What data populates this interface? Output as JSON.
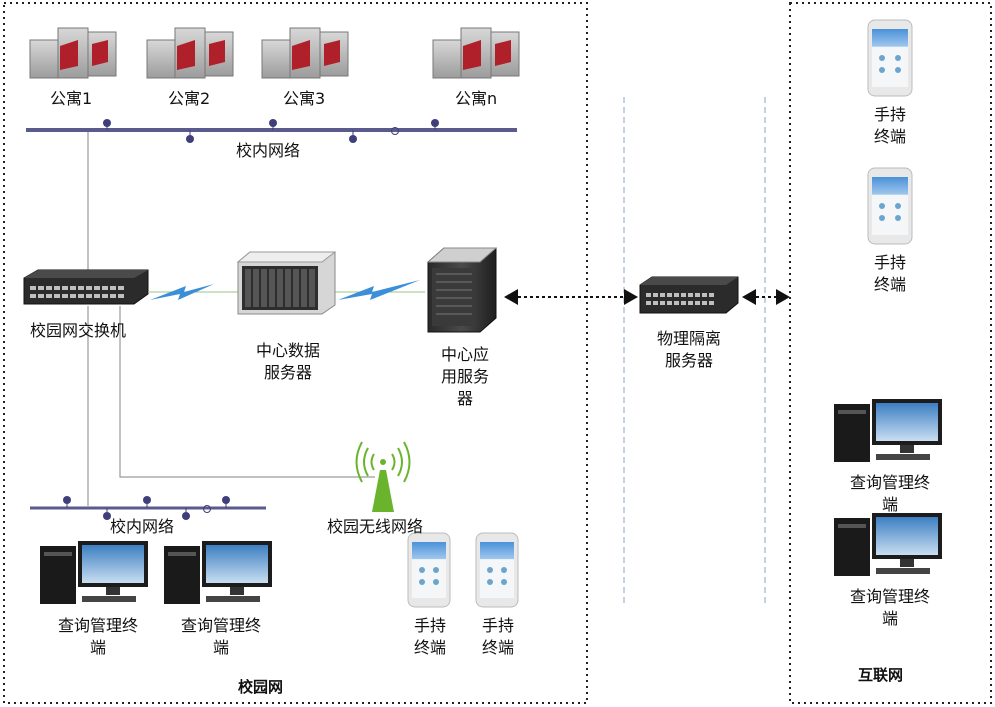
{
  "zones": {
    "campus": "校园网",
    "internet": "互联网"
  },
  "apartments": [
    {
      "label": "公寓1"
    },
    {
      "label": "公寓2"
    },
    {
      "label": "公寓3"
    },
    {
      "label": "公寓n"
    }
  ],
  "networks": {
    "campus_lan_top": "校内网络",
    "campus_lan_bottom": "校内网络",
    "wireless": "校园无线网络"
  },
  "devices": {
    "campus_switch": "校园网交换机",
    "data_server_line1": "中心数据",
    "data_server_line2": "服务器",
    "app_server_line1": "中心应",
    "app_server_line2": "用服务",
    "app_server_line3": "器",
    "isolation_line1": "物理隔离",
    "isolation_line2": "服务器"
  },
  "terminals": {
    "campus_query_1_line1": "查询管理终",
    "campus_query_1_line2": "端",
    "campus_query_2_line1": "查询管理终",
    "campus_query_2_line2": "端",
    "campus_handheld_1_line1": "手持",
    "campus_handheld_1_line2": "终端",
    "campus_handheld_2_line1": "手持",
    "campus_handheld_2_line2": "终端",
    "internet_handheld_1_line1": "手持",
    "internet_handheld_1_line2": "终端",
    "internet_handheld_2_line1": "手持",
    "internet_handheld_2_line2": "终端",
    "internet_query_1_line1": "查询管理终",
    "internet_query_1_line2": "端",
    "internet_query_2_line1": "查询管理终",
    "internet_query_2_line2": "端"
  },
  "colors": {
    "bus": "#5a5a8c",
    "node": "#3f3f7a",
    "link": "#9a9a9a",
    "lightning": "#3a8fd8",
    "wifi": "#6ab42d",
    "zone_border": "#222222",
    "dmz_border": "#9ab4d0"
  }
}
